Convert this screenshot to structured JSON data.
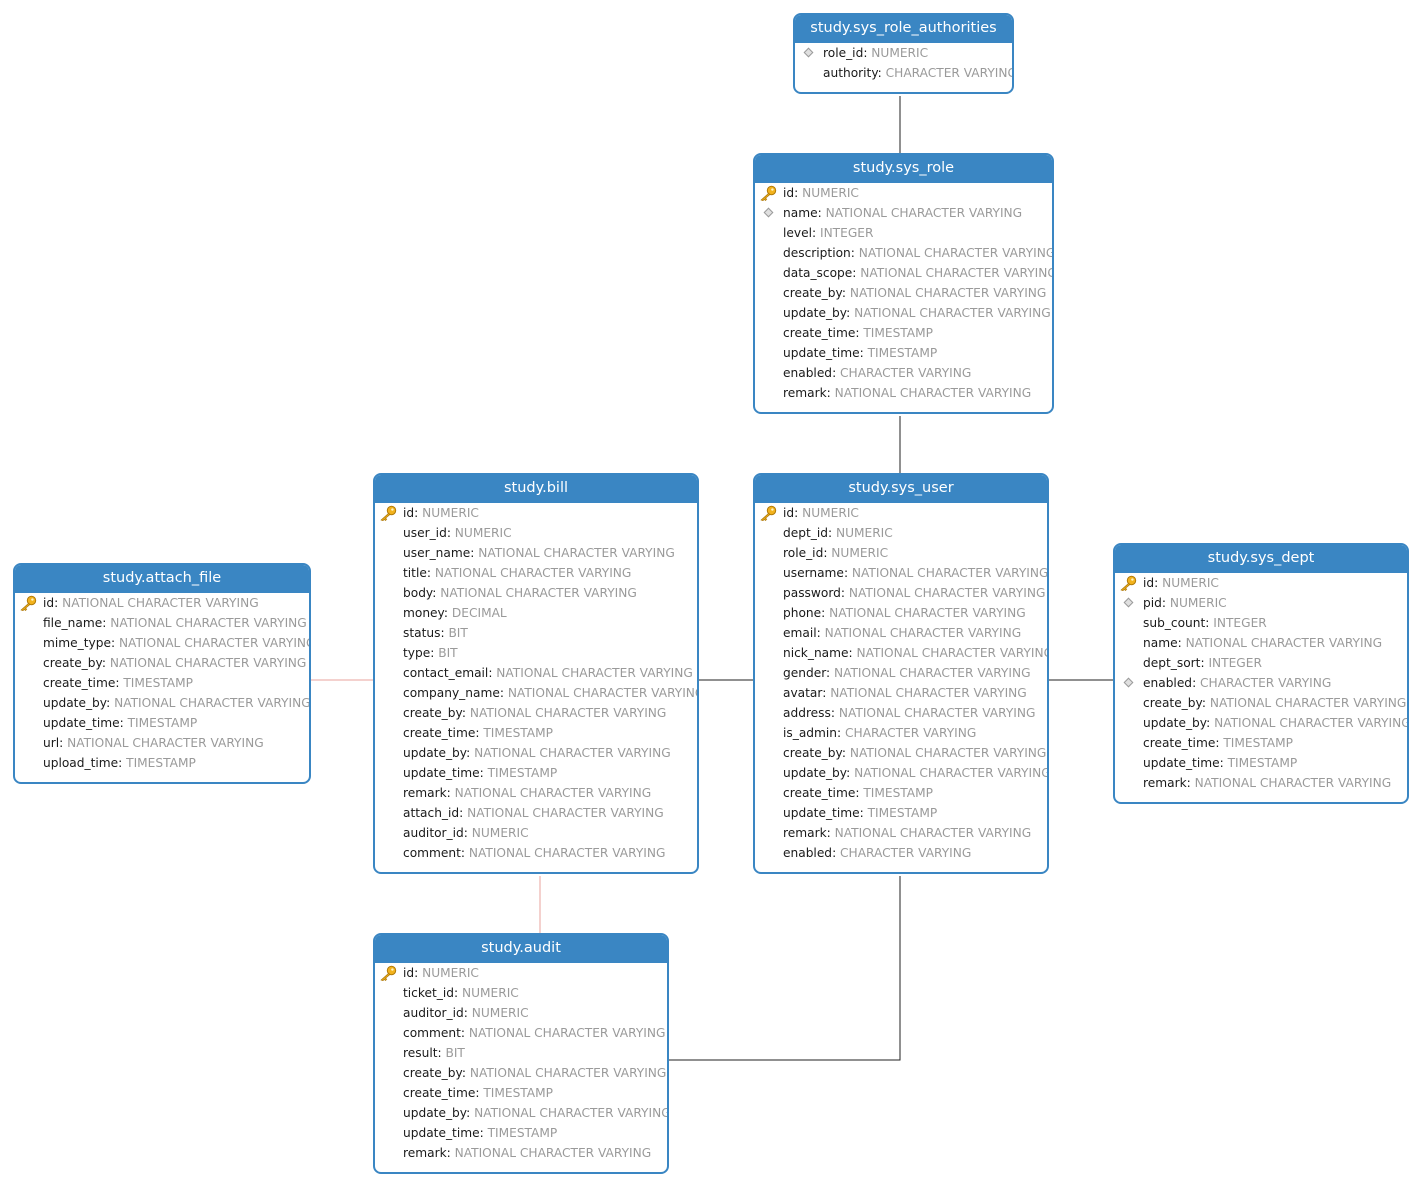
{
  "colors": {
    "header": "#3a86c3",
    "type_text": "#9a9a9a",
    "link_dark": "#222222",
    "link_red": "#e8a39c"
  },
  "entities": [
    {
      "id": "sys_role_authorities",
      "title": "study.sys_role_authorities",
      "columns": [
        {
          "name": "role_id",
          "type": "NUMERIC",
          "icon": "index-icon"
        },
        {
          "name": "authority",
          "type": "CHARACTER VARYING",
          "icon": ""
        }
      ]
    },
    {
      "id": "sys_role",
      "title": "study.sys_role",
      "columns": [
        {
          "name": "id",
          "type": "NUMERIC",
          "icon": "key-icon"
        },
        {
          "name": "name",
          "type": "NATIONAL CHARACTER VARYING",
          "icon": "index-icon"
        },
        {
          "name": "level",
          "type": "INTEGER",
          "icon": ""
        },
        {
          "name": "description",
          "type": "NATIONAL CHARACTER VARYING",
          "icon": ""
        },
        {
          "name": "data_scope",
          "type": "NATIONAL CHARACTER VARYING",
          "icon": ""
        },
        {
          "name": "create_by",
          "type": "NATIONAL CHARACTER VARYING",
          "icon": ""
        },
        {
          "name": "update_by",
          "type": "NATIONAL CHARACTER VARYING",
          "icon": ""
        },
        {
          "name": "create_time",
          "type": "TIMESTAMP",
          "icon": ""
        },
        {
          "name": "update_time",
          "type": "TIMESTAMP",
          "icon": ""
        },
        {
          "name": "enabled",
          "type": "CHARACTER VARYING",
          "icon": ""
        },
        {
          "name": "remark",
          "type": "NATIONAL CHARACTER VARYING",
          "icon": ""
        }
      ]
    },
    {
      "id": "bill",
      "title": "study.bill",
      "columns": [
        {
          "name": "id",
          "type": "NUMERIC",
          "icon": "key-icon"
        },
        {
          "name": "user_id",
          "type": "NUMERIC",
          "icon": ""
        },
        {
          "name": "user_name",
          "type": "NATIONAL CHARACTER VARYING",
          "icon": ""
        },
        {
          "name": "title",
          "type": "NATIONAL CHARACTER VARYING",
          "icon": ""
        },
        {
          "name": "body",
          "type": "NATIONAL CHARACTER VARYING",
          "icon": ""
        },
        {
          "name": "money",
          "type": "DECIMAL",
          "icon": ""
        },
        {
          "name": "status",
          "type": "BIT",
          "icon": ""
        },
        {
          "name": "type",
          "type": "BIT",
          "icon": ""
        },
        {
          "name": "contact_email",
          "type": "NATIONAL CHARACTER VARYING",
          "icon": ""
        },
        {
          "name": "company_name",
          "type": "NATIONAL CHARACTER VARYING",
          "icon": ""
        },
        {
          "name": "create_by",
          "type": "NATIONAL CHARACTER VARYING",
          "icon": ""
        },
        {
          "name": "create_time",
          "type": "TIMESTAMP",
          "icon": ""
        },
        {
          "name": "update_by",
          "type": "NATIONAL CHARACTER VARYING",
          "icon": ""
        },
        {
          "name": "update_time",
          "type": "TIMESTAMP",
          "icon": ""
        },
        {
          "name": "remark",
          "type": "NATIONAL CHARACTER VARYING",
          "icon": ""
        },
        {
          "name": "attach_id",
          "type": "NATIONAL CHARACTER VARYING",
          "icon": ""
        },
        {
          "name": "auditor_id",
          "type": "NUMERIC",
          "icon": ""
        },
        {
          "name": "comment",
          "type": "NATIONAL CHARACTER VARYING",
          "icon": ""
        }
      ]
    },
    {
      "id": "sys_user",
      "title": "study.sys_user",
      "columns": [
        {
          "name": "id",
          "type": "NUMERIC",
          "icon": "key-icon"
        },
        {
          "name": "dept_id",
          "type": "NUMERIC",
          "icon": ""
        },
        {
          "name": "role_id",
          "type": "NUMERIC",
          "icon": ""
        },
        {
          "name": "username",
          "type": "NATIONAL CHARACTER VARYING",
          "icon": ""
        },
        {
          "name": "password",
          "type": "NATIONAL CHARACTER VARYING",
          "icon": ""
        },
        {
          "name": "phone",
          "type": "NATIONAL CHARACTER VARYING",
          "icon": ""
        },
        {
          "name": "email",
          "type": "NATIONAL CHARACTER VARYING",
          "icon": ""
        },
        {
          "name": "nick_name",
          "type": "NATIONAL CHARACTER VARYING",
          "icon": ""
        },
        {
          "name": "gender",
          "type": "NATIONAL CHARACTER VARYING",
          "icon": ""
        },
        {
          "name": "avatar",
          "type": "NATIONAL CHARACTER VARYING",
          "icon": ""
        },
        {
          "name": "address",
          "type": "NATIONAL CHARACTER VARYING",
          "icon": ""
        },
        {
          "name": "is_admin",
          "type": "CHARACTER VARYING",
          "icon": ""
        },
        {
          "name": "create_by",
          "type": "NATIONAL CHARACTER VARYING",
          "icon": ""
        },
        {
          "name": "update_by",
          "type": "NATIONAL CHARACTER VARYING",
          "icon": ""
        },
        {
          "name": "create_time",
          "type": "TIMESTAMP",
          "icon": ""
        },
        {
          "name": "update_time",
          "type": "TIMESTAMP",
          "icon": ""
        },
        {
          "name": "remark",
          "type": "NATIONAL CHARACTER VARYING",
          "icon": ""
        },
        {
          "name": "enabled",
          "type": "CHARACTER VARYING",
          "icon": ""
        }
      ]
    },
    {
      "id": "attach_file",
      "title": "study.attach_file",
      "columns": [
        {
          "name": "id",
          "type": "NATIONAL CHARACTER VARYING",
          "icon": "key-icon"
        },
        {
          "name": "file_name",
          "type": "NATIONAL CHARACTER VARYING",
          "icon": ""
        },
        {
          "name": "mime_type",
          "type": "NATIONAL CHARACTER VARYING",
          "icon": ""
        },
        {
          "name": "create_by",
          "type": "NATIONAL CHARACTER VARYING",
          "icon": ""
        },
        {
          "name": "create_time",
          "type": "TIMESTAMP",
          "icon": ""
        },
        {
          "name": "update_by",
          "type": "NATIONAL CHARACTER VARYING",
          "icon": ""
        },
        {
          "name": "update_time",
          "type": "TIMESTAMP",
          "icon": ""
        },
        {
          "name": "url",
          "type": "NATIONAL CHARACTER VARYING",
          "icon": ""
        },
        {
          "name": "upload_time",
          "type": "TIMESTAMP",
          "icon": ""
        }
      ]
    },
    {
      "id": "sys_dept",
      "title": "study.sys_dept",
      "columns": [
        {
          "name": "id",
          "type": "NUMERIC",
          "icon": "key-icon"
        },
        {
          "name": "pid",
          "type": "NUMERIC",
          "icon": "index-icon"
        },
        {
          "name": "sub_count",
          "type": "INTEGER",
          "icon": ""
        },
        {
          "name": "name",
          "type": "NATIONAL CHARACTER VARYING",
          "icon": ""
        },
        {
          "name": "dept_sort",
          "type": "INTEGER",
          "icon": ""
        },
        {
          "name": "enabled",
          "type": "CHARACTER VARYING",
          "icon": "index-icon"
        },
        {
          "name": "create_by",
          "type": "NATIONAL CHARACTER VARYING",
          "icon": ""
        },
        {
          "name": "update_by",
          "type": "NATIONAL CHARACTER VARYING",
          "icon": ""
        },
        {
          "name": "create_time",
          "type": "TIMESTAMP",
          "icon": ""
        },
        {
          "name": "update_time",
          "type": "TIMESTAMP",
          "icon": ""
        },
        {
          "name": "remark",
          "type": "NATIONAL CHARACTER VARYING",
          "icon": ""
        }
      ]
    },
    {
      "id": "audit",
      "title": "study.audit",
      "columns": [
        {
          "name": "id",
          "type": "NUMERIC",
          "icon": "key-icon"
        },
        {
          "name": "ticket_id",
          "type": "NUMERIC",
          "icon": ""
        },
        {
          "name": "auditor_id",
          "type": "NUMERIC",
          "icon": ""
        },
        {
          "name": "comment",
          "type": "NATIONAL CHARACTER VARYING",
          "icon": ""
        },
        {
          "name": "result",
          "type": "BIT",
          "icon": ""
        },
        {
          "name": "create_by",
          "type": "NATIONAL CHARACTER VARYING",
          "icon": ""
        },
        {
          "name": "create_time",
          "type": "TIMESTAMP",
          "icon": ""
        },
        {
          "name": "update_by",
          "type": "NATIONAL CHARACTER VARYING",
          "icon": ""
        },
        {
          "name": "update_time",
          "type": "TIMESTAMP",
          "icon": ""
        },
        {
          "name": "remark",
          "type": "NATIONAL CHARACTER VARYING",
          "icon": ""
        }
      ]
    }
  ],
  "relationships": [
    {
      "from": "sys_role_authorities",
      "to": "sys_role",
      "style": "dark"
    },
    {
      "from": "sys_role",
      "to": "sys_user",
      "style": "dark"
    },
    {
      "from": "bill",
      "to": "sys_user",
      "style": "dark"
    },
    {
      "from": "sys_user",
      "to": "sys_dept",
      "style": "dark"
    },
    {
      "from": "attach_file",
      "to": "bill",
      "style": "red"
    },
    {
      "from": "bill",
      "to": "audit",
      "style": "red"
    },
    {
      "from": "sys_user",
      "to": "audit",
      "style": "dark"
    }
  ]
}
